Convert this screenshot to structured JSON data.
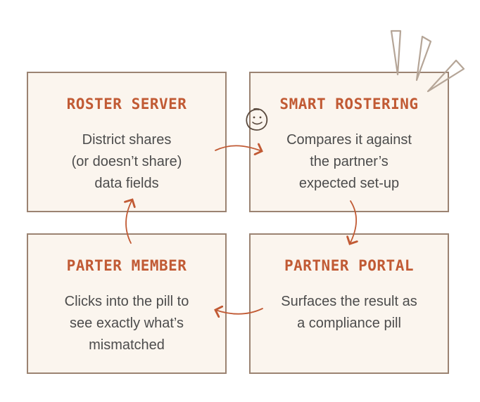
{
  "boxes": {
    "roster_server": {
      "title": "ROSTER SERVER",
      "lines": [
        "District shares",
        "(or doesn’t share)",
        "data fields"
      ]
    },
    "smart_rostering": {
      "title": "SMART ROSTERING",
      "lines": [
        "Compares it against",
        "the partner’s",
        "expected set-up"
      ]
    },
    "parter_member": {
      "title": "PARTER MEMBER",
      "lines": [
        "Clicks into the pill to",
        "see exactly what’s",
        "mismatched"
      ]
    },
    "partner_portal": {
      "title": "PARTNER PORTAL",
      "lines": [
        "Surfaces the result as",
        "a compliance pill"
      ]
    }
  },
  "colors": {
    "box_fill": "#fbf5ee",
    "box_border": "#9b8372",
    "title": "#c15a34",
    "body_text": "#4c4c4c",
    "arrow": "#c15a34"
  },
  "icons": [
    "smiley-doodle-icon",
    "sparkle-strokes-icon"
  ]
}
